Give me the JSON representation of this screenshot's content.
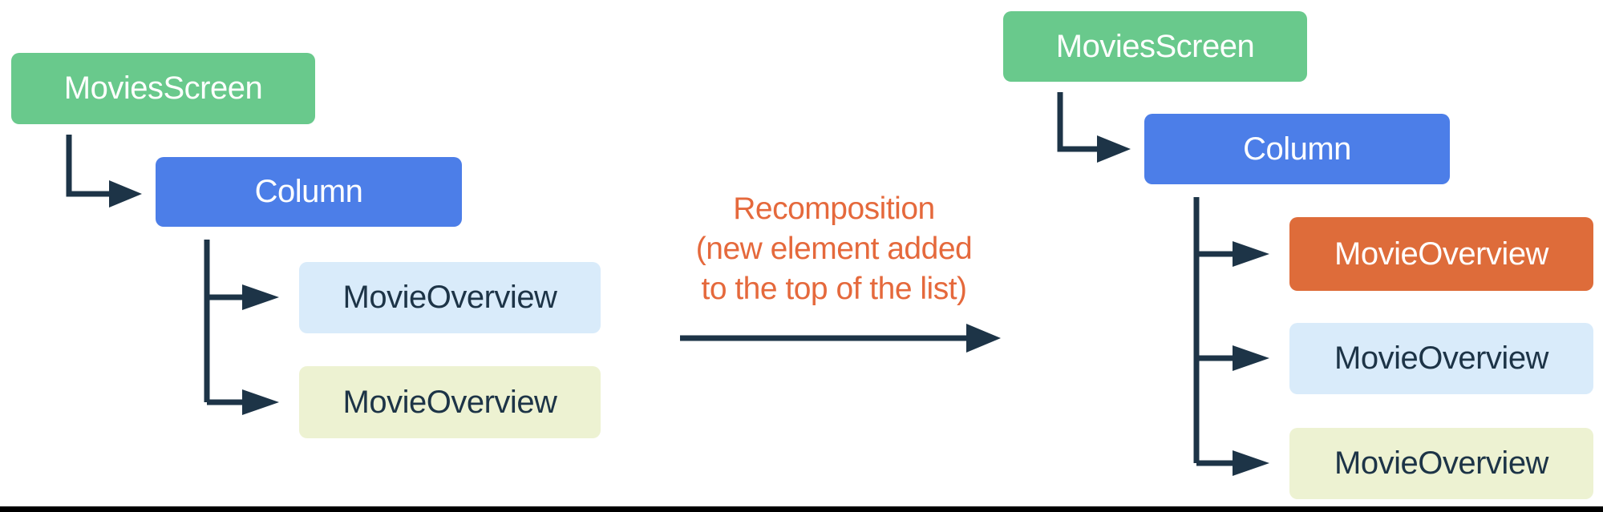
{
  "colors": {
    "background": "#FFFFFF",
    "green": "#69C98C",
    "blue": "#4C7EE8",
    "orange": "#DE6C3A",
    "light_blue": "#D9EBFA",
    "light_yellow": "#EDF2D2",
    "navy": "#1D3447",
    "annotation": "#E5693C",
    "bottom_bar": "#000000"
  },
  "left_tree": {
    "root": {
      "label": "MoviesScreen"
    },
    "column": {
      "label": "Column"
    },
    "children": [
      {
        "label": "MovieOverview"
      },
      {
        "label": "MovieOverview"
      }
    ]
  },
  "right_tree": {
    "root": {
      "label": "MoviesScreen"
    },
    "column": {
      "label": "Column"
    },
    "children": [
      {
        "label": "MovieOverview"
      },
      {
        "label": "MovieOverview"
      },
      {
        "label": "MovieOverview"
      }
    ]
  },
  "annotation": {
    "line1": "Recomposition",
    "line2": "(new element added",
    "line3": "to the top of the list)"
  }
}
